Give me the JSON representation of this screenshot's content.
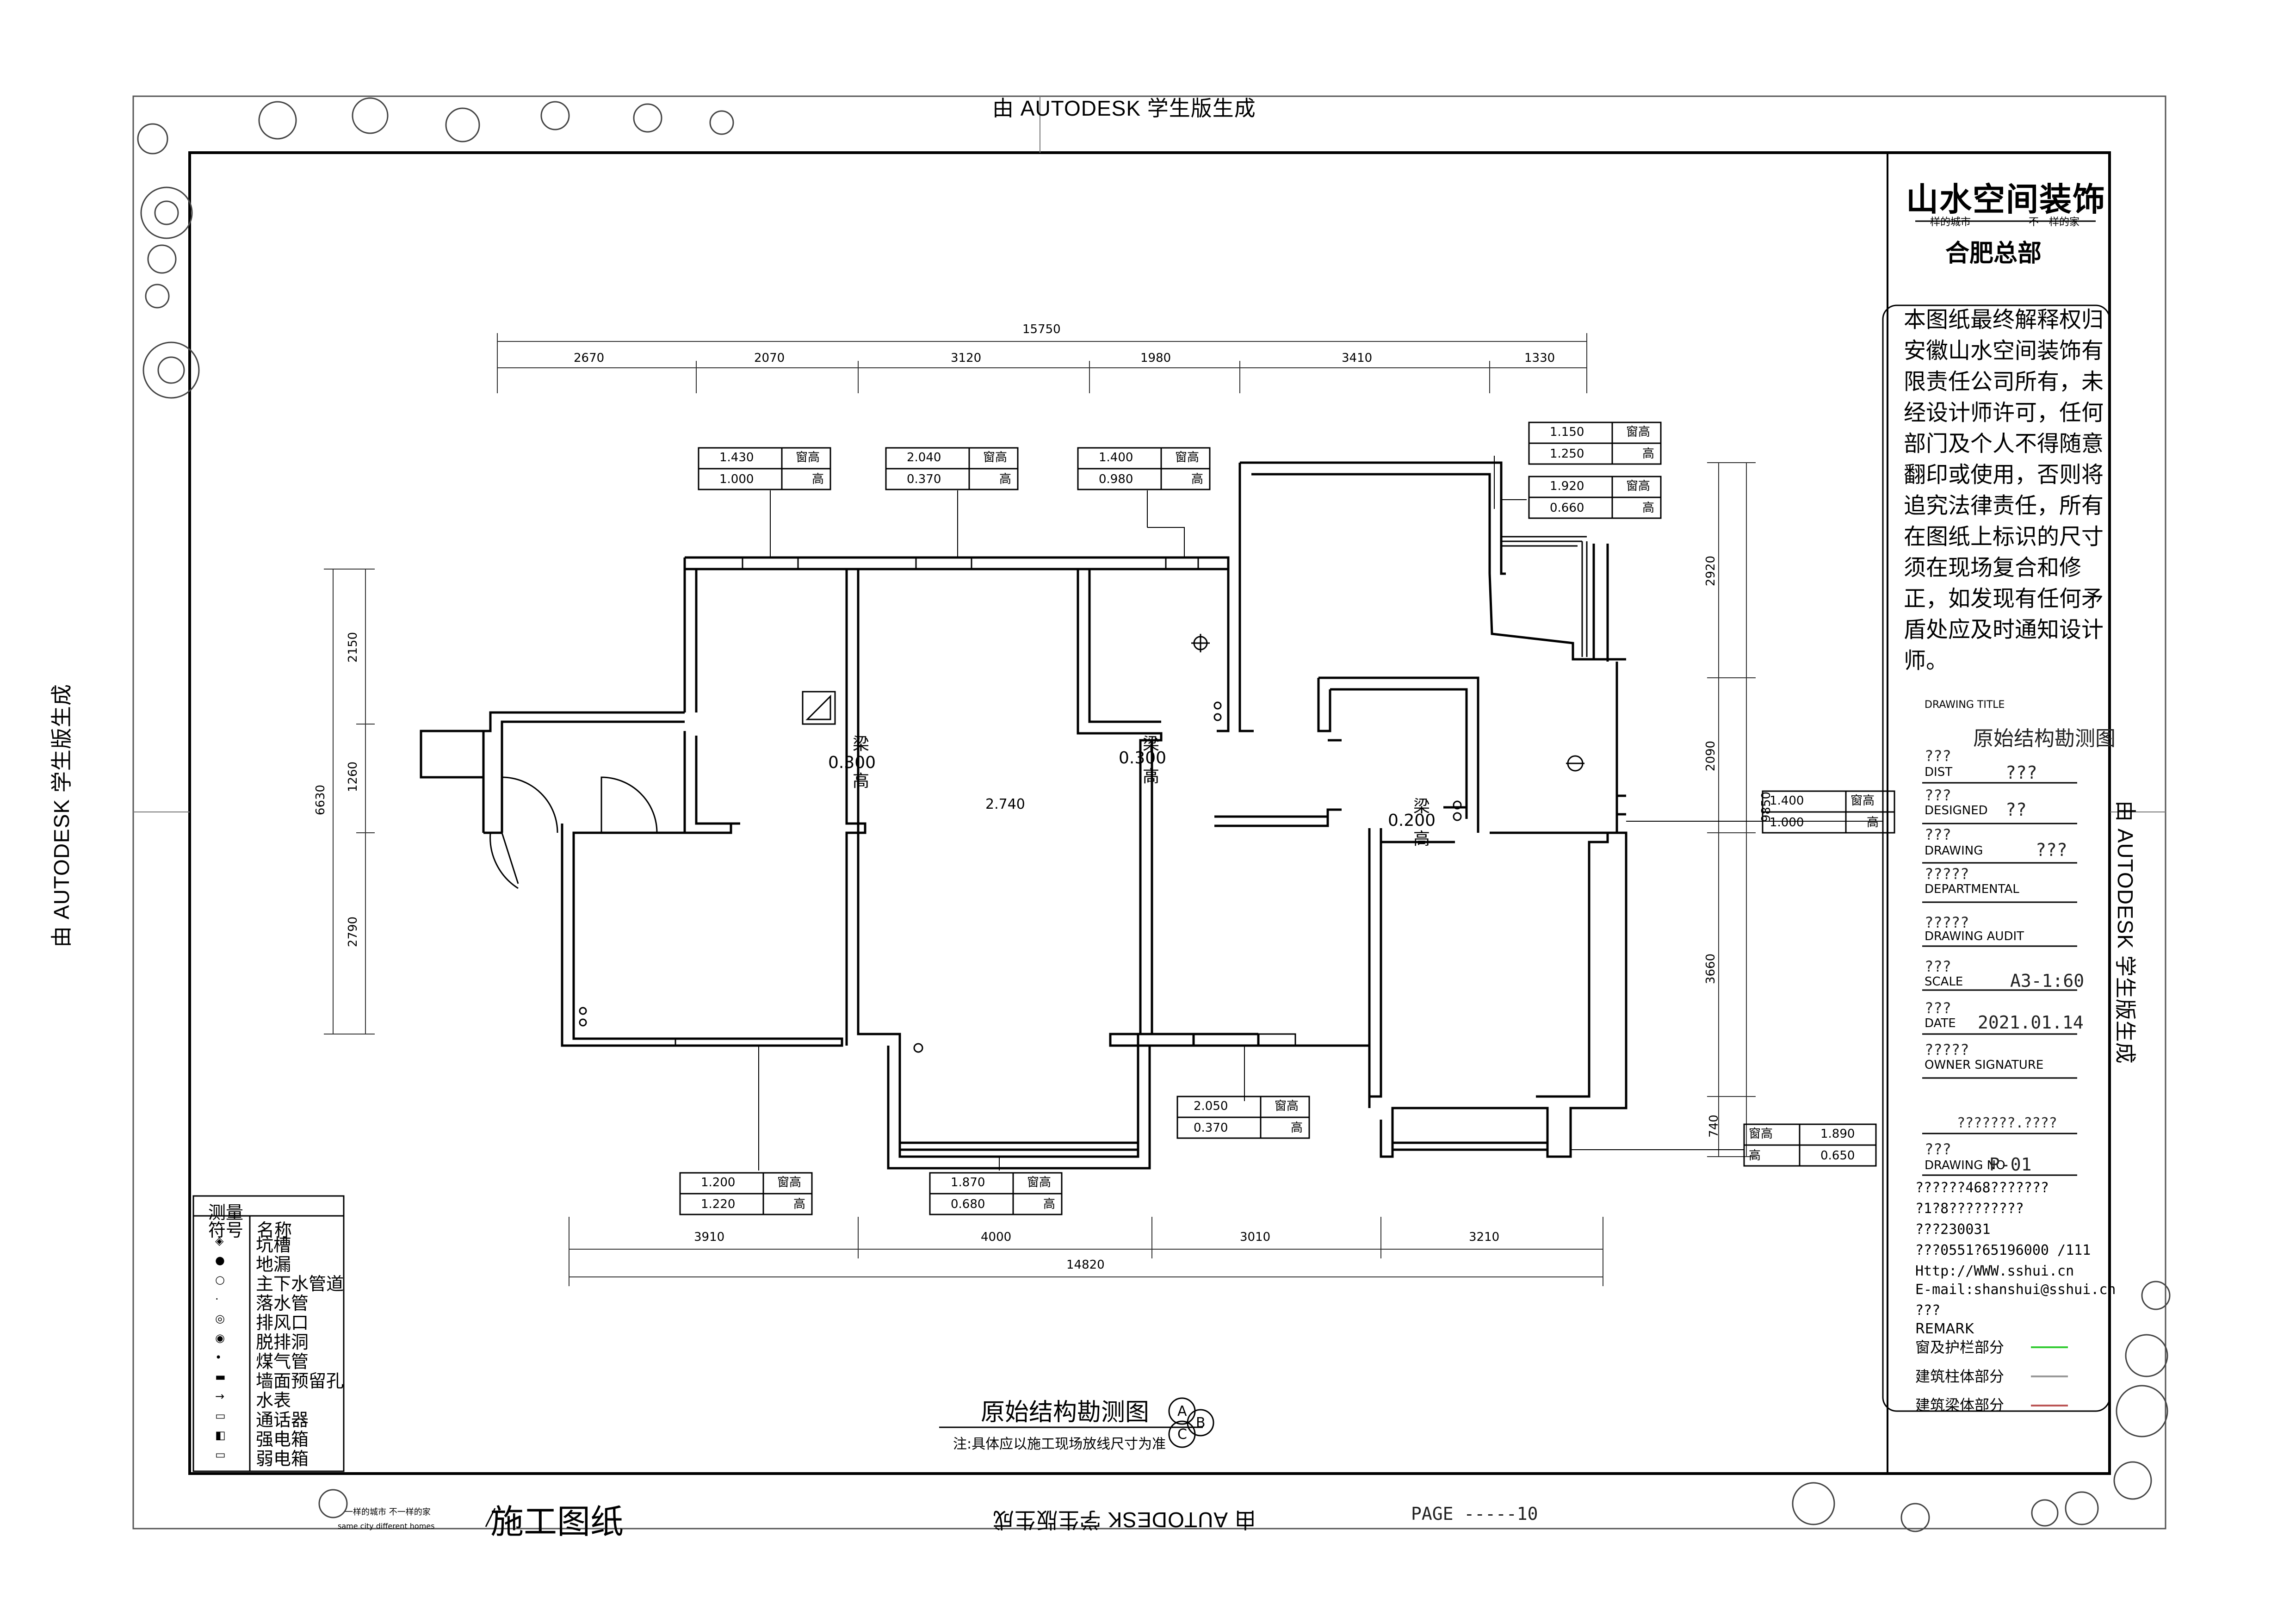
{
  "watermark": {
    "top": "由 AUTODESK 学生版生成",
    "bottom": "由 AUTODESK 学生版生成",
    "left": "由 AUTODESK 学生版生成",
    "right": "由 AUTODESK 学生版生成"
  },
  "title_block": {
    "company_logo": "山水空间装饰",
    "slogan_left": "一样的城市",
    "slogan_right": "不一样的家",
    "hq": "合肥总部",
    "notice": "本图纸最终解释权归安徽山水空间装饰有限责任公司所有，未经设计师许可，任何部门及个人不得随意翻印或使用，否则将追究法律责任，所有在图纸上标识的尺寸须在现场复合和修正，如发现有任何矛盾处应及时通知设计师。",
    "drawing_title_label": "DRAWING TITLE",
    "drawing_title": "原始结构勘测图",
    "dist_label": "DIST",
    "dist_value": "???",
    "designed_label": "DESIGNED",
    "designed_value": "??",
    "drawing_label": "DRAWING",
    "drawing_value": "???",
    "departmental_label": "DEPARTMENTAL",
    "drawing_audit_label": "DRAWING AUDIT",
    "scale_label": "SCALE",
    "scale_value": "A3-1:60",
    "date_label": "DATE",
    "date_value": "2021.01.14",
    "owner_signature_label": "OWNER SIGNATURE",
    "owner_value": "???????.????",
    "drawing_no_label": "DRAWING NO",
    "drawing_no_value": "P-01",
    "q2": "???",
    "q3": "???",
    "q5": "?????",
    "addr1": "??????468???????",
    "addr2": "?1?8?????????",
    "postcode": "???230031",
    "phone": "???0551?65196000 /111",
    "web": "Http://WWW.sshui.cn",
    "email": "E-mail:shanshui@sshui.cn",
    "remark_q": "???",
    "remark_label": "REMARK",
    "remark_items": [
      "窗及护栏部分",
      "建筑柱体部分",
      "建筑梁体部分"
    ]
  },
  "dimensions": {
    "top_total": "15750",
    "top_segments": [
      "2670",
      "2070",
      "3120",
      "1980",
      "3410",
      "1330"
    ],
    "bottom_total": "14820",
    "bottom_segments": [
      "3910",
      "4000",
      "3010",
      "3210"
    ],
    "left_total": "6630",
    "left_segments": [
      "2150",
      "1260",
      "2790"
    ],
    "right_total": "9850",
    "right_segments": [
      "2920",
      "2090",
      "3660",
      "740"
    ]
  },
  "window_tags": [
    {
      "a": "1.430",
      "b": "1.000",
      "ta": "窗高",
      "tb": "高"
    },
    {
      "a": "2.040",
      "b": "0.370",
      "ta": "窗高",
      "tb": "高"
    },
    {
      "a": "1.400",
      "b": "0.980",
      "ta": "窗高",
      "tb": "高"
    },
    {
      "a": "1.150",
      "b": "1.250",
      "ta": "窗高",
      "tb": "高"
    },
    {
      "a": "1.920",
      "b": "0.660",
      "ta": "窗高",
      "tb": "高"
    },
    {
      "a": "1.400",
      "b": "1.000",
      "ta": "窗高",
      "tb": "高"
    },
    {
      "a": "2.050",
      "b": "0.370",
      "ta": "窗高",
      "tb": "高"
    },
    {
      "a": "1.200",
      "b": "1.220",
      "ta": "窗高",
      "tb": "高"
    },
    {
      "a": "1.870",
      "b": "0.680",
      "ta": "窗高",
      "tb": "高"
    },
    {
      "a": "1.890",
      "b": "0.650",
      "ta": "窗高",
      "tb": "高"
    }
  ],
  "plan_labels": {
    "beam": "梁",
    "height": "高",
    "beam1": "0.300",
    "beam2": "0.300",
    "beam3": "0.200",
    "ceiling": "2.740"
  },
  "legend": {
    "title": "测量",
    "header_symbol": "符号",
    "header_name": "名称",
    "items": [
      "坑槽",
      "地漏",
      "主下水管道",
      "落水管",
      "排风口",
      "脱排洞",
      "煤气管",
      "墙面预留孔",
      "水表",
      "通话器",
      "强电箱",
      "弱电箱"
    ]
  },
  "footer": {
    "drawing_title": "原始结构勘测图",
    "note": "注:具体应以施工现场放线尺寸为准",
    "circle_a": "A",
    "circle_b": "B",
    "circle_c": "C",
    "construction": "施工图纸",
    "brand_small": "一样的城市 不一样的家",
    "brand_small_en": "same city different homes",
    "page_label": "PAGE -----10"
  }
}
